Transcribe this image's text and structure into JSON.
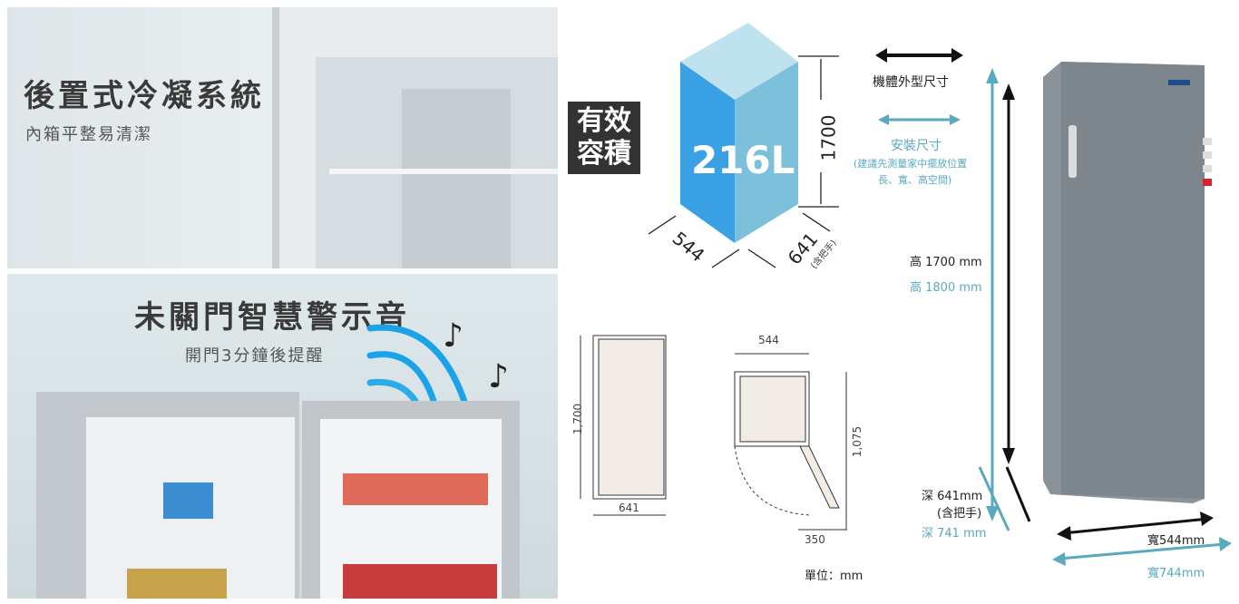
{
  "panel_top": {
    "title": "後置式冷凝系統",
    "subtitle": "內箱平整易清潔"
  },
  "panel_bottom": {
    "title": "未關門智慧警示音",
    "subtitle": "開門3分鐘後提醒"
  },
  "capacity": {
    "badge_line1": "有效",
    "badge_line2": "容積",
    "value": "216L",
    "height": "1700",
    "width": "544",
    "depth": "641",
    "depth_note": "(含把手)"
  },
  "legend": {
    "body_size": "機體外型尺寸",
    "install_size": "安裝尺寸",
    "install_note1": "(建議先測量家中擺放位置",
    "install_note2": "長、寬、高空間)"
  },
  "dims": {
    "h_body": "高 1700 mm",
    "h_install": "高 1800 mm",
    "d_body": "深 641mm",
    "d_note": "(含把手)",
    "d_install": "深 741 mm",
    "w_body": "寬544mm",
    "w_install": "寬744mm"
  },
  "plan": {
    "side_h": "1,700",
    "side_d": "641",
    "top_w": "544",
    "top_d": "1,075",
    "door": "350",
    "unit": "單位：mm"
  },
  "colors": {
    "teal": "#5aa9bf",
    "cube": "#4aa8e0"
  }
}
